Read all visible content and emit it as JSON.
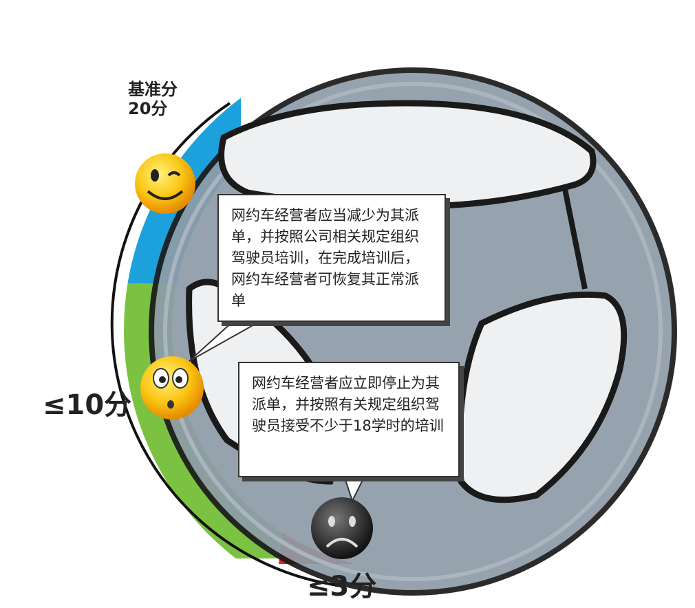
{
  "levels": {
    "base": {
      "line1": "基准分",
      "line2": "20分"
    },
    "medium": {
      "label": "≤10分"
    },
    "low": {
      "label": "≤3分"
    }
  },
  "bubbles": {
    "medium": "网约车经营者应当减少为其派单，并按照公司相关规定组织驾驶员培训，在完成培训后，网约车经营者可恢复其正常派单",
    "low": "网约车经营者应立即停止为其派单，并按照有关规定组织驾驶员接受不少于18学时的培训"
  },
  "colors": {
    "blue": "#1da1dc",
    "green": "#7cc242",
    "red": "#e02020",
    "wheel": "#8e9ca8"
  }
}
